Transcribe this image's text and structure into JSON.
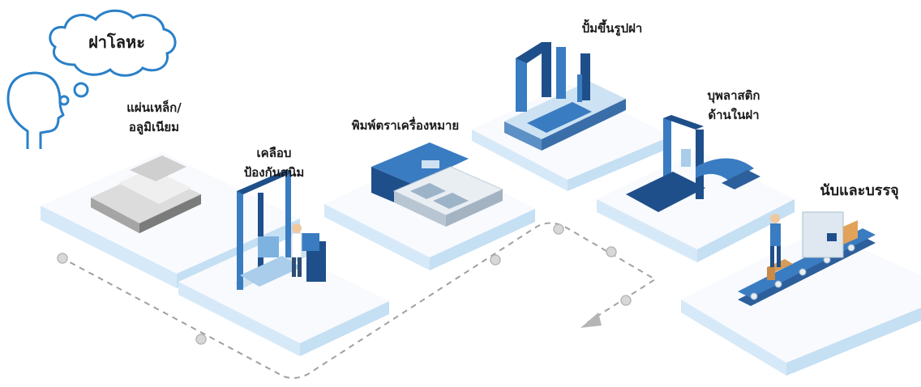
{
  "thought": "ฝาโลหะ",
  "steps": [
    {
      "line1": "แผ่นเหล็ก/",
      "line2": "อลูมิเนียม"
    },
    {
      "line1": "เคลือบ",
      "line2": "ป้องกันสนิม"
    },
    {
      "line1": "พิมพ์ตราเครื่องหมาย"
    },
    {
      "line1": "ปั้มขึ้นรูปฝา"
    },
    {
      "line1": "บุพลาสติก",
      "line2": "ด้านในฝา"
    },
    {
      "line1": "นับและบรรจุ"
    }
  ],
  "colors": {
    "outline": "#2a80c8",
    "platform_top": "#f7f9fc",
    "platform_edge": "#cfe6f7",
    "machine_dark": "#1f4f8a",
    "machine_mid": "#3a7cc1",
    "machine_light": "#a9cdea",
    "path": "#9a9a9a"
  }
}
